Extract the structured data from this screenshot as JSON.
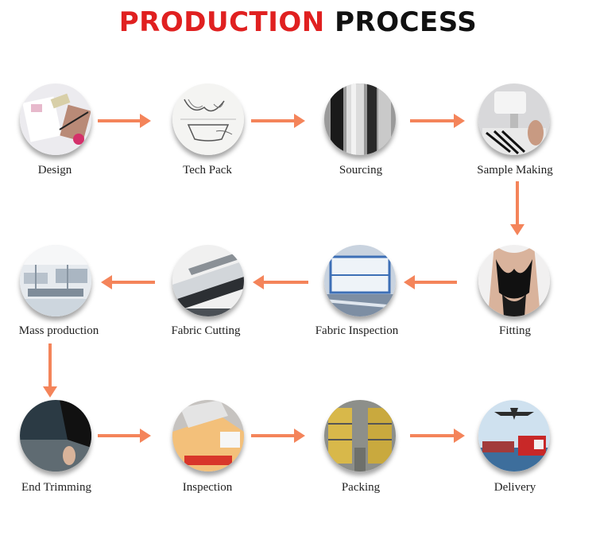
{
  "title": {
    "part1": "PRODUCTION",
    "part2": "PROCESS"
  },
  "colors": {
    "arrow": "#f4845a",
    "title_red": "#e02020",
    "title_dark": "#111111"
  },
  "steps": [
    {
      "label": "Design",
      "icon": "design-sketch-icon"
    },
    {
      "label": "Tech Pack",
      "icon": "tech-pack-drawing-icon"
    },
    {
      "label": "Sourcing",
      "icon": "fabric-rolls-icon"
    },
    {
      "label": "Sample Making",
      "icon": "sewing-machine-icon"
    },
    {
      "label": "Fitting",
      "icon": "lingerie-fitting-icon"
    },
    {
      "label": "Fabric Inspection",
      "icon": "fabric-inspection-machine-icon"
    },
    {
      "label": "Fabric Cutting",
      "icon": "cutting-machine-icon"
    },
    {
      "label": "Mass production",
      "icon": "factory-floor-icon"
    },
    {
      "label": "End Trimming",
      "icon": "trimming-hands-icon"
    },
    {
      "label": "Inspection",
      "icon": "inspection-table-icon"
    },
    {
      "label": "Packing",
      "icon": "warehouse-shelves-icon"
    },
    {
      "label": "Delivery",
      "icon": "plane-ship-truck-icon"
    }
  ]
}
